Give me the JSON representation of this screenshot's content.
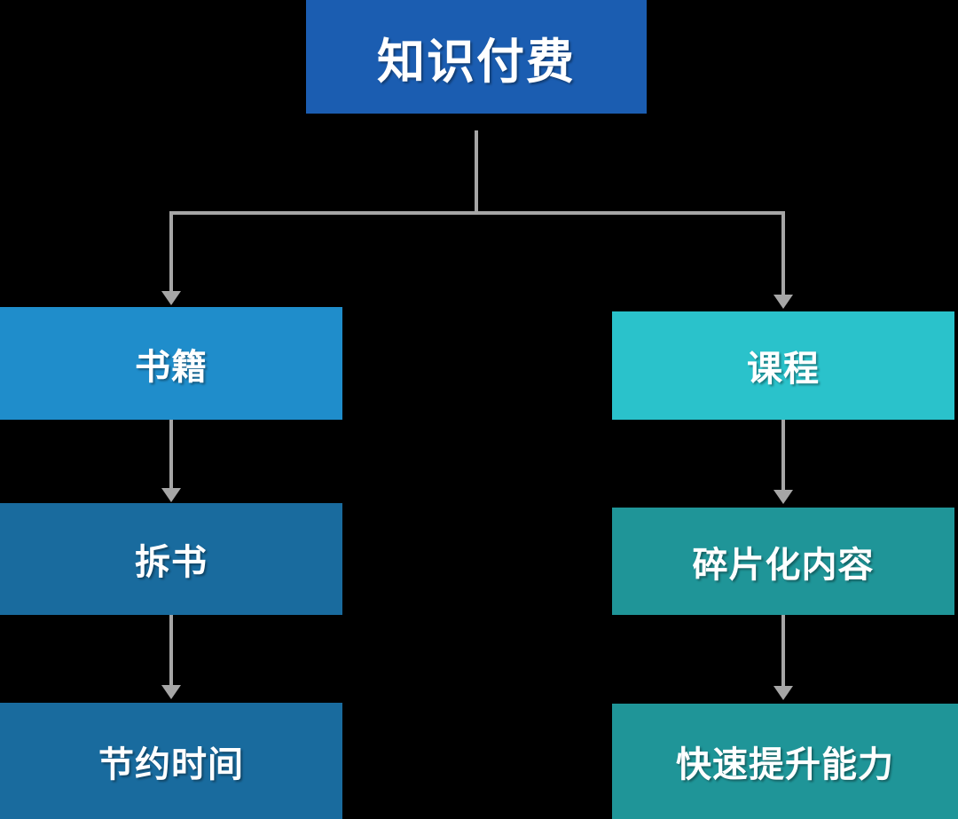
{
  "page": {
    "background_color": "#000000",
    "text_color": "#FFFFFF"
  },
  "connectors": {
    "color": "#A6A6A6"
  },
  "root": {
    "label": "知识付费",
    "color": "#1B5DB1"
  },
  "branches": [
    {
      "name": "books",
      "nodes": [
        {
          "label": "书籍",
          "color": "#1F8DCB"
        },
        {
          "label": "拆书",
          "color": "#196B9E"
        },
        {
          "label": "节约时间",
          "color": "#196B9E"
        }
      ]
    },
    {
      "name": "courses",
      "nodes": [
        {
          "label": "课程",
          "color": "#2AC2CB"
        },
        {
          "label": "碎片化内容",
          "color": "#1F9598"
        },
        {
          "label": "快速提升能力",
          "color": "#1F9598"
        }
      ]
    }
  ]
}
